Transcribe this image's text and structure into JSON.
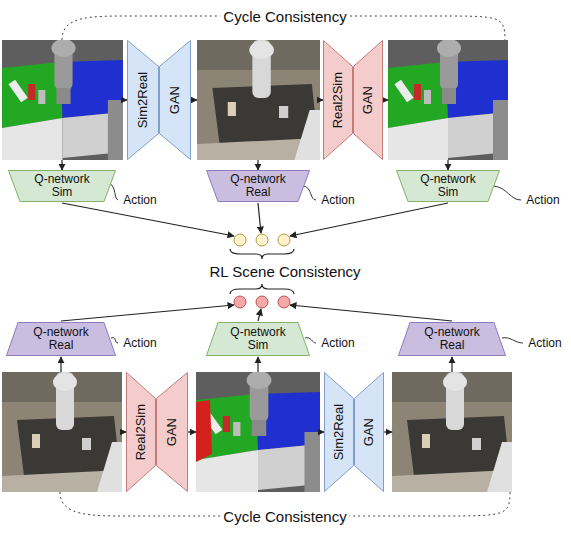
{
  "diagram": {
    "nodes": [
      {
        "text": [
          "Sim2Real"
        ]
      },
      {
        "text": [
          "GAN"
        ]
      },
      {
        "text": [
          "Real2Sim"
        ]
      },
      {
        "text": [
          "GAN"
        ]
      },
      {
        "text": [
          "Q-network Sim"
        ]
      },
      {
        "text": [
          "Q-network Real"
        ]
      },
      {
        "text": [
          "Q-network Sim"
        ]
      },
      {
        "text": [
          "Q-network Real"
        ]
      },
      {
        "text": [
          "Q-network Sim"
        ]
      },
      {
        "text": [
          "Q-network Real"
        ]
      },
      {
        "text": [
          "Real2Sim"
        ]
      },
      {
        "text": [
          "GAN"
        ]
      },
      {
        "text": [
          "Sim2Real"
        ]
      },
      {
        "text": [
          "GAN"
        ]
      }
    ],
    "labels": [
      "Cycle Consistency",
      "Action",
      "Action",
      "Action",
      "RL Scene Consistency",
      "Action",
      "Action",
      "Action",
      "Cycle Consistency"
    ]
  }
}
